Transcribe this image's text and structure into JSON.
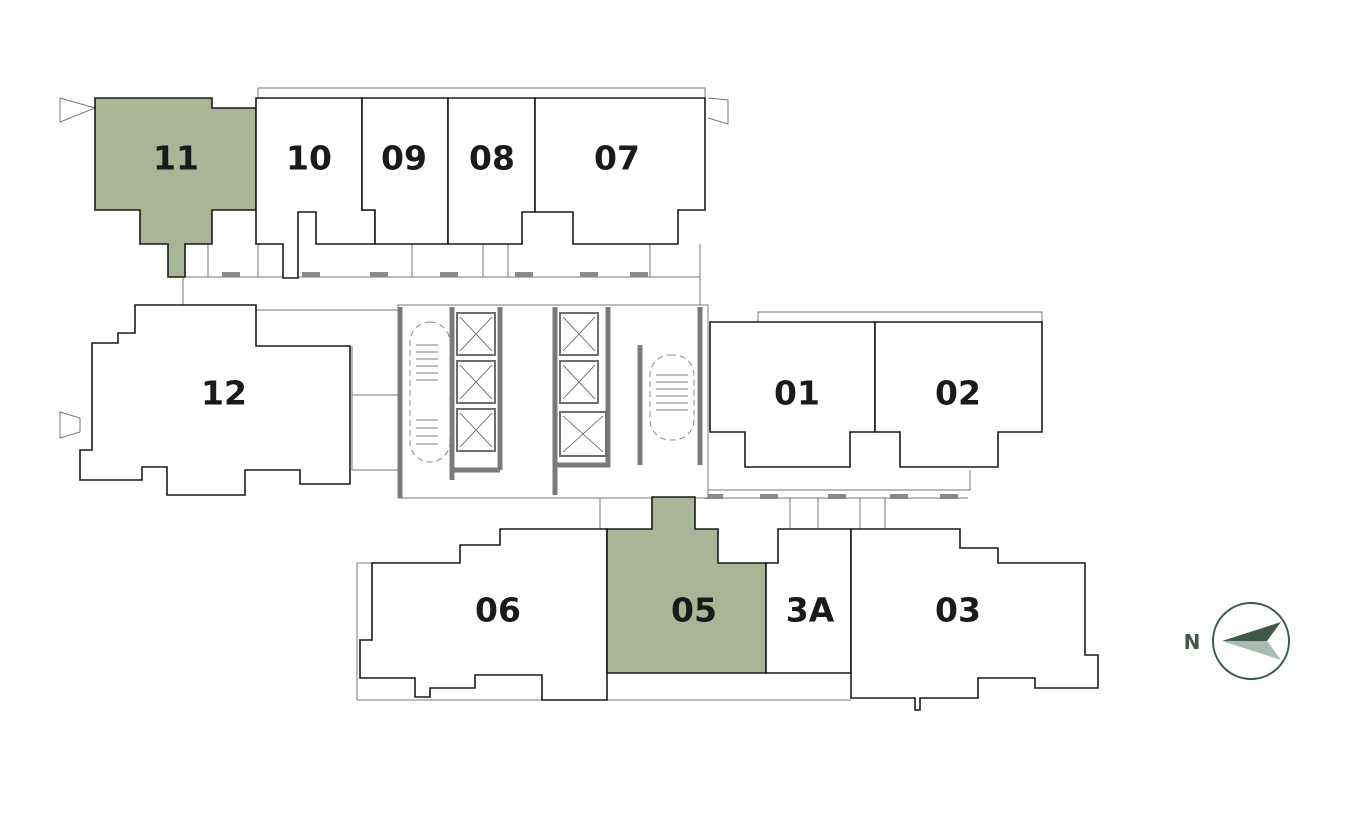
{
  "plan": {
    "highlight_color": "#a9b596",
    "units": [
      {
        "id": "11",
        "label": "11",
        "highlighted": true
      },
      {
        "id": "10",
        "label": "10",
        "highlighted": false
      },
      {
        "id": "09",
        "label": "09",
        "highlighted": false
      },
      {
        "id": "08",
        "label": "08",
        "highlighted": false
      },
      {
        "id": "07",
        "label": "07",
        "highlighted": false
      },
      {
        "id": "12",
        "label": "12",
        "highlighted": false
      },
      {
        "id": "01",
        "label": "01",
        "highlighted": false
      },
      {
        "id": "02",
        "label": "02",
        "highlighted": false
      },
      {
        "id": "06",
        "label": "06",
        "highlighted": false
      },
      {
        "id": "05",
        "label": "05",
        "highlighted": true
      },
      {
        "id": "3A",
        "label": "3A",
        "highlighted": false
      },
      {
        "id": "03",
        "label": "03",
        "highlighted": false
      }
    ]
  },
  "compass": {
    "label": "N",
    "dark_color": "#3f5a48",
    "light_color": "#a9bcb3"
  }
}
